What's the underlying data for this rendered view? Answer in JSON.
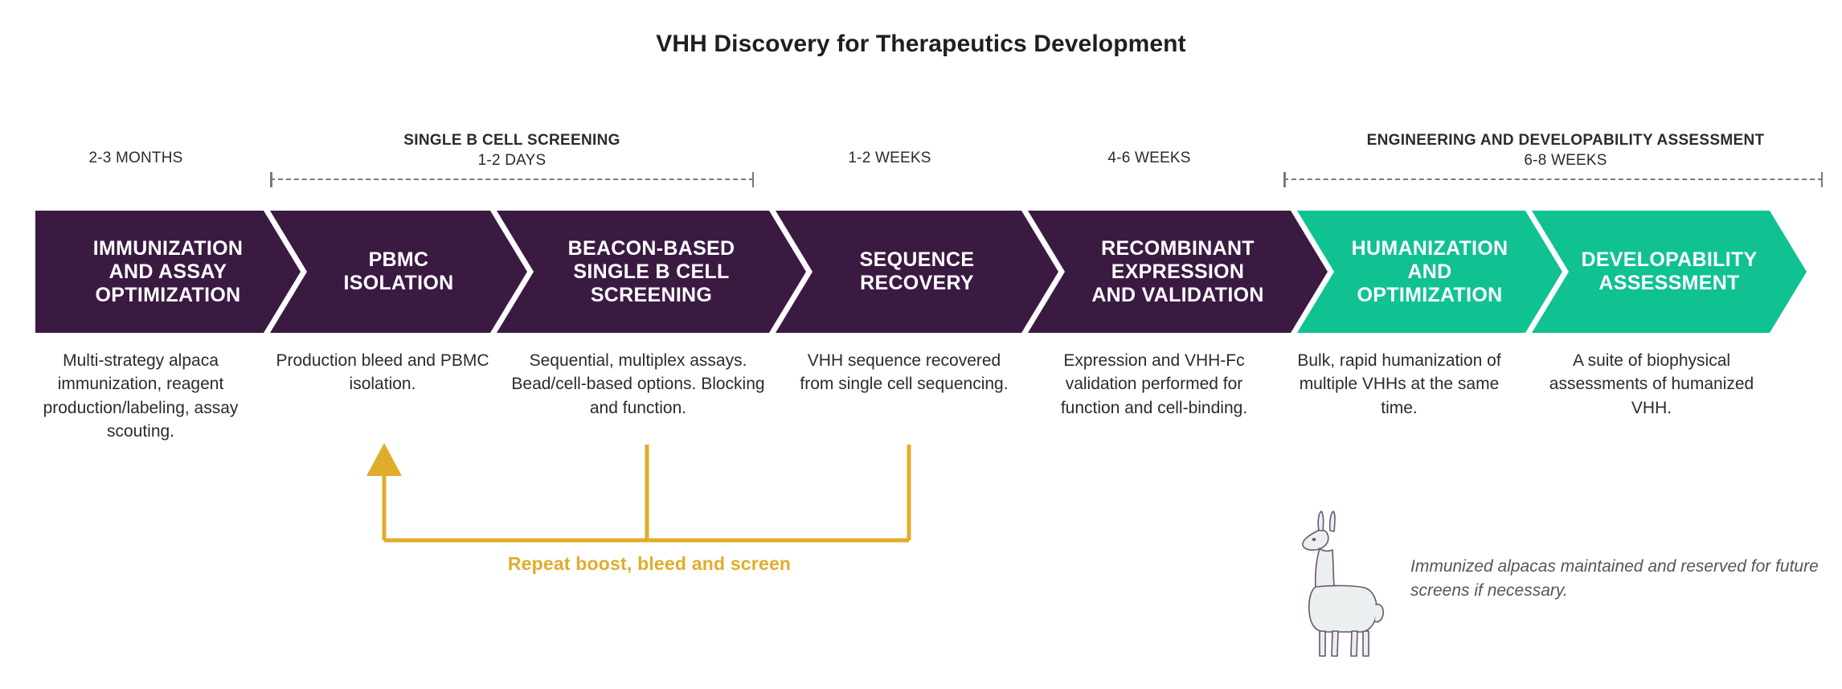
{
  "title": "VHH Discovery for Therapeutics Development",
  "colors": {
    "purple": "#3B1A42",
    "green": "#10C291",
    "yellow": "#E0AC2B",
    "text": "#2b2b2b",
    "bracket": "#7a7a7a",
    "alpaca_outline": "#6b5570",
    "alpaca_fill": "#eceff0"
  },
  "timeline": [
    {
      "group_title": "",
      "duration": "2-3 MONTHS",
      "bracket": false
    },
    {
      "group_title": "SINGLE B CELL SCREENING",
      "duration": "1-2 DAYS",
      "bracket": true
    },
    {
      "group_title": "",
      "duration": "1-2 WEEKS",
      "bracket": false
    },
    {
      "group_title": "",
      "duration": "4-6 WEEKS",
      "bracket": false
    },
    {
      "group_title": "ENGINEERING AND DEVELOPABILITY ASSESSMENT",
      "duration": "6-8 WEEKS",
      "bracket": true
    }
  ],
  "steps": [
    {
      "label": "IMMUNIZATION\nAND ASSAY\nOPTIMIZATION",
      "color": "#3B1A42",
      "description": "Multi-strategy alpaca immunization, reagent production/labeling, assay scouting."
    },
    {
      "label": "PBMC\nISOLATION",
      "color": "#3B1A42",
      "description": "Production bleed and PBMC isolation."
    },
    {
      "label": "BEACON-BASED\nSINGLE B CELL\nSCREENING",
      "color": "#3B1A42",
      "description": "Sequential, multiplex assays. Bead/cell-based options. Blocking and function."
    },
    {
      "label": "SEQUENCE\nRECOVERY",
      "color": "#3B1A42",
      "description": "VHH sequence recovered from single cell sequencing."
    },
    {
      "label": "RECOMBINANT\nEXPRESSION\nAND VALIDATION",
      "color": "#3B1A42",
      "description": "Expression and VHH-Fc validation performed for function and cell-binding."
    },
    {
      "label": "HUMANIZATION\nAND\nOPTIMIZATION",
      "color": "#10C291",
      "description": "Bulk, rapid humanization of multiple VHHs at the same time."
    },
    {
      "label": "DEVELOPABILITY\nASSESSMENT",
      "color": "#10C291",
      "description": "A suite of biophysical assessments of humanized VHH."
    }
  ],
  "repeat_loop": {
    "label": "Repeat boost, bleed and screen",
    "color": "#E0AC2B"
  },
  "alpaca_note": {
    "caption": "Immunized alpacas maintained and reserved for future screens if necessary.",
    "icon": "alpaca-icon"
  }
}
